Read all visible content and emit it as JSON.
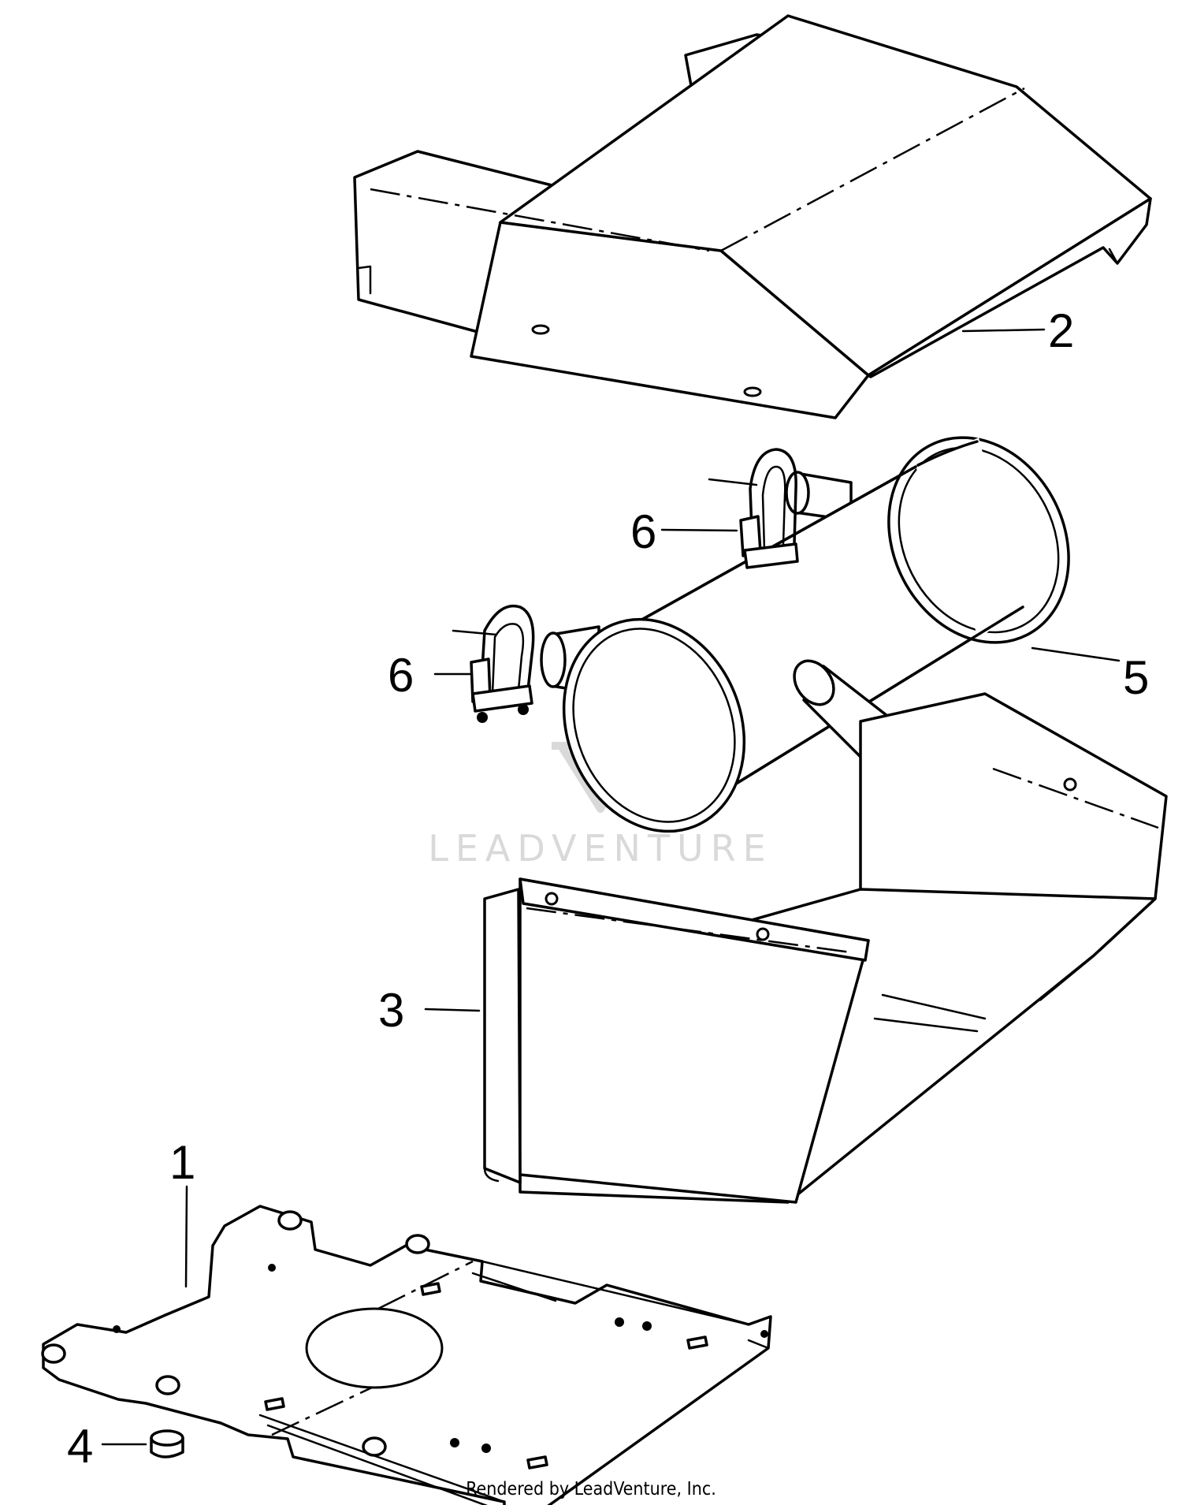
{
  "watermark": {
    "text": "LEADVENTURE"
  },
  "callouts": {
    "part_1": "1",
    "part_2": "2",
    "part_3": "3",
    "part_4": "4",
    "part_5": "5",
    "part_6_upper": "6",
    "part_6_lower": "6"
  },
  "footer": {
    "credit": "Rendered by LeadVenture, Inc."
  },
  "icons": {
    "watermark_logo": "leadventure-flame-logo-icon"
  },
  "colors": {
    "line": "#000000",
    "background": "#ffffff",
    "watermark": "#d9d9d9"
  }
}
